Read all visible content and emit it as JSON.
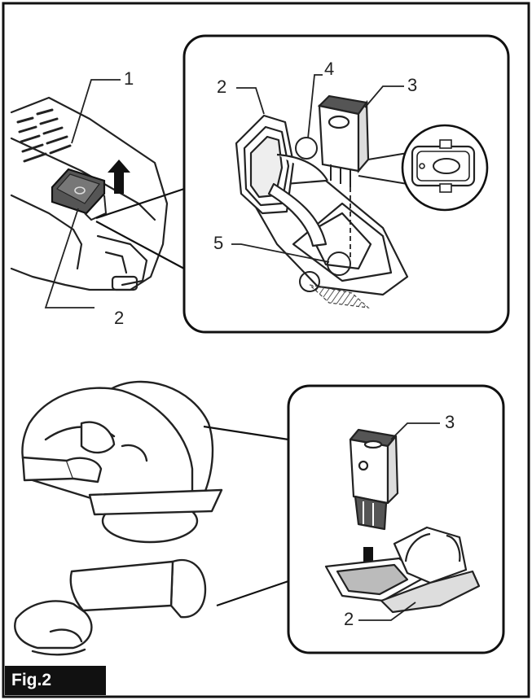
{
  "figure": {
    "label": "Fig.2"
  },
  "callouts": {
    "tool_body": "1",
    "cover_top_left": "2",
    "cover_top_detail": "2",
    "cover_bottom_detail": "2",
    "chip_top_detail": "3",
    "chip_bottom_detail": "3",
    "guide_slot": "4",
    "contact_point": "5"
  }
}
